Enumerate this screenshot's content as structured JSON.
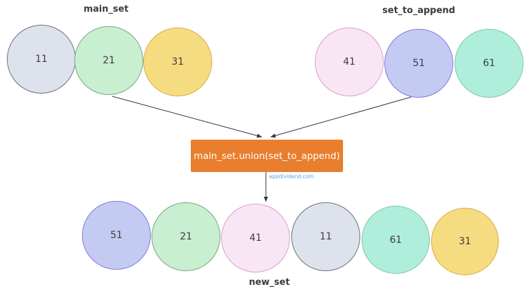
{
  "diagram": {
    "arrow_color": "#333333"
  },
  "main_set": {
    "label": "main_set",
    "items": [
      {
        "value": "11",
        "fill": "#dde2ed",
        "border": "#6a6f7d"
      },
      {
        "value": "21",
        "fill": "#c8efcf",
        "border": "#7ca484"
      },
      {
        "value": "31",
        "fill": "#f6dc80",
        "border": "#d9a94a"
      }
    ]
  },
  "set_to_append": {
    "label": "set_to_append",
    "items": [
      {
        "value": "41",
        "fill": "#f9e6f4",
        "border": "#dd9ccc"
      },
      {
        "value": "51",
        "fill": "#c4cbf3",
        "border": "#8177dd"
      },
      {
        "value": "61",
        "fill": "#aeeedb",
        "border": "#7fc6ad"
      }
    ]
  },
  "new_set": {
    "label": "new_set",
    "items": [
      {
        "value": "51",
        "fill": "#c4cbf3",
        "border": "#8177dd"
      },
      {
        "value": "21",
        "fill": "#c8efcf",
        "border": "#7ca484"
      },
      {
        "value": "41",
        "fill": "#f9e6f4",
        "border": "#dd9ccc"
      },
      {
        "value": "11",
        "fill": "#dde2ed",
        "border": "#6a6f7d"
      },
      {
        "value": "61",
        "fill": "#aeeedb",
        "border": "#7fc6ad"
      },
      {
        "value": "31",
        "fill": "#f6dc80",
        "border": "#d9a94a"
      }
    ]
  },
  "operation": {
    "label": "main_set.union(set_to_append)",
    "fill": "#e87e2e",
    "text_color": "#ffffff"
  },
  "watermark": {
    "text": "appdividend.com",
    "color": "#55a1e8"
  }
}
